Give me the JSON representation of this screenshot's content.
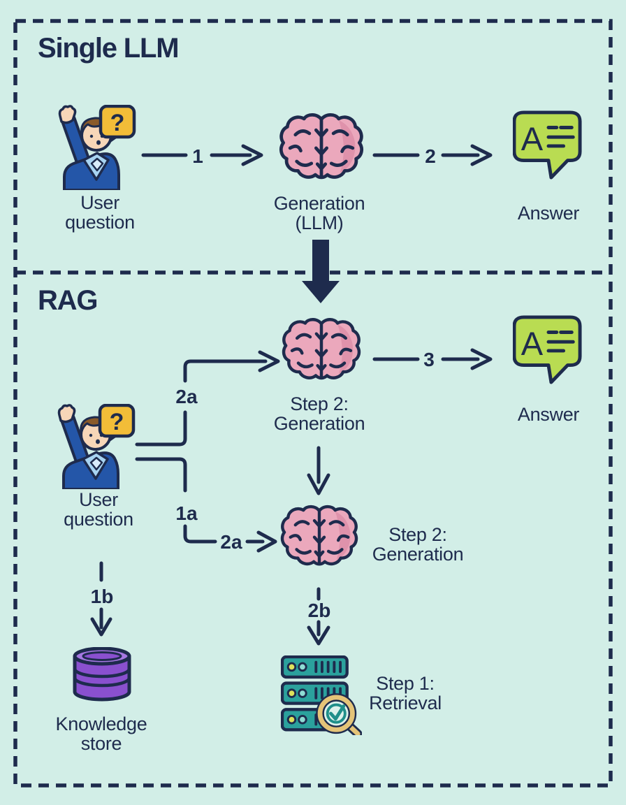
{
  "diagram": {
    "single_llm": {
      "title": "Single LLM",
      "user_label": "User\nquestion",
      "generation_label": "Generation\n(LLM)",
      "answer_label": "Answer",
      "flow_1": "1",
      "flow_2": "2"
    },
    "rag": {
      "title": "RAG",
      "user_label": "User\nquestion",
      "generation_upper_label": "Step 2:\nGeneration",
      "generation_lower_label": "Step 2:\nGeneration",
      "retrieval_label": "Step 1:\nRetrieval",
      "knowledge_label": "Knowledge\nstore",
      "answer_label": "Answer",
      "flow_3": "3",
      "flow_2a_upper": "2a",
      "flow_1a": "1a",
      "flow_2a_lower": "2a",
      "flow_1b": "1b",
      "flow_2b": "2b"
    },
    "icons": {
      "question_mark": "?",
      "answer_letter": "A"
    },
    "palette": {
      "background": "#d2eee7",
      "ink_navy": "#1e2b4d",
      "brain_pink": "#eba8bc",
      "brain_pink_shade": "#df92ab",
      "bubble_yellow": "#f2bd38",
      "answer_green": "#b9dc52",
      "sweater_blue": "#2456a8",
      "collar_blue": "#a8d4f2",
      "skin": "#f7d6b8",
      "hair_brown": "#8a5a2a",
      "db_purple": "#8a50cf",
      "db_purple_light": "#a678e2",
      "server_teal": "#2ba19d",
      "magnifier_tan": "#e5c478",
      "check_teal": "#1f8f8a"
    }
  }
}
